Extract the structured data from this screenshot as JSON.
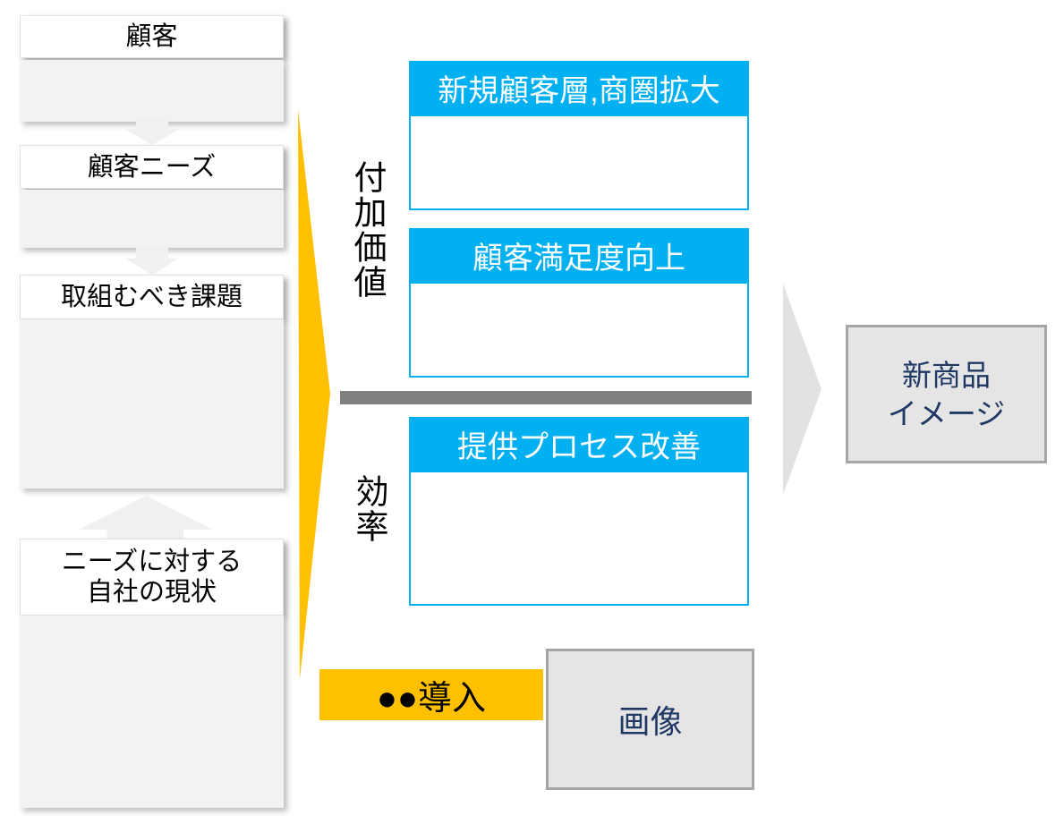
{
  "colors": {
    "accent_cyan": "#00b0f0",
    "accent_yellow": "#ffc000",
    "divider_gray": "#808080",
    "body_gray": "#f2f2f2",
    "frame_gray": "#a6a6a6",
    "navy_text": "#1f3864"
  },
  "left_flow": {
    "steps": [
      {
        "label": "顧客"
      },
      {
        "label": "顧客ニーズ"
      },
      {
        "label": "取組むべき課題"
      },
      {
        "line1": "ニーズに対する",
        "line2": "自社の現状"
      }
    ]
  },
  "middle": {
    "added_value_label": "付加価値",
    "efficiency_label": "効率",
    "boxes": [
      {
        "title": "新規顧客層,商圏拡大"
      },
      {
        "title": "顧客満足度向上"
      },
      {
        "title": "提供プロセス改善"
      }
    ],
    "intro_label": "●●導入"
  },
  "right": {
    "result_line1": "新商品",
    "result_line2": "イメージ",
    "image_label": "画像"
  }
}
